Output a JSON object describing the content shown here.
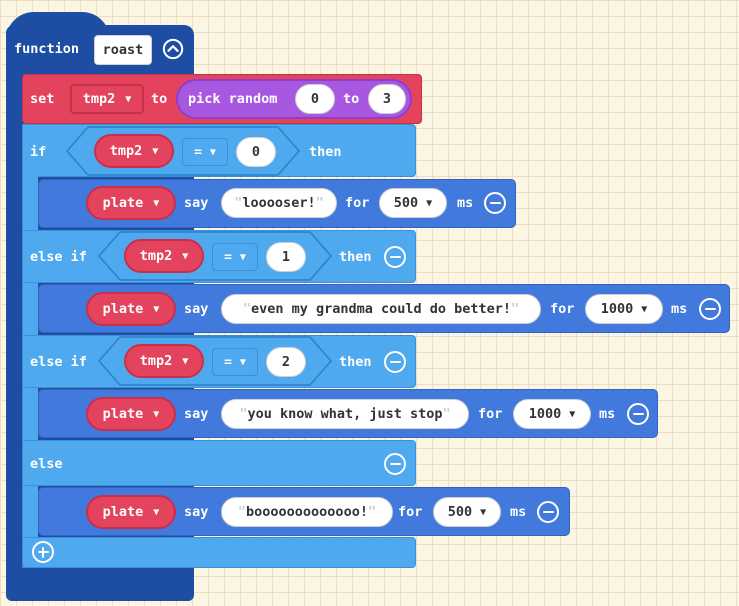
{
  "function": {
    "keyword": "function",
    "name": "roast"
  },
  "set": {
    "keyword": "set",
    "variable": "tmp2",
    "to": "to",
    "random": {
      "label": "pick random",
      "min": "0",
      "to": "to",
      "max": "3"
    }
  },
  "branches": [
    {
      "keyword": "if",
      "variable": "tmp2",
      "op": "=",
      "value": "0",
      "then": "then",
      "say": {
        "sprite": "plate",
        "verb": "say",
        "text": "looooser!",
        "for": "for",
        "ms_value": "500",
        "ms": "ms"
      }
    },
    {
      "keyword": "else if",
      "variable": "tmp2",
      "op": "=",
      "value": "1",
      "then": "then",
      "say": {
        "sprite": "plate",
        "verb": "say",
        "text": "even my grandma could do better!",
        "for": "for",
        "ms_value": "1000",
        "ms": "ms"
      }
    },
    {
      "keyword": "else if",
      "variable": "tmp2",
      "op": "=",
      "value": "2",
      "then": "then",
      "say": {
        "sprite": "plate",
        "verb": "say",
        "text": "you know what, just stop",
        "for": "for",
        "ms_value": "1000",
        "ms": "ms"
      }
    },
    {
      "keyword": "else",
      "say": {
        "sprite": "plate",
        "verb": "say",
        "text": "booooooooooooo!",
        "for": "for",
        "ms_value": "500",
        "ms": "ms"
      }
    }
  ],
  "quote": "\"",
  "icons": {
    "collapse": "chevron-up-icon",
    "remove": "minus-circle-icon",
    "add": "plus-circle-icon",
    "dropdown": "caret-down-icon"
  },
  "colors": {
    "function": "#1d4ea3",
    "logic": "#4fa9ef",
    "looks": "#4179dd",
    "variable": "#e4435d",
    "math": "#a857e0"
  }
}
